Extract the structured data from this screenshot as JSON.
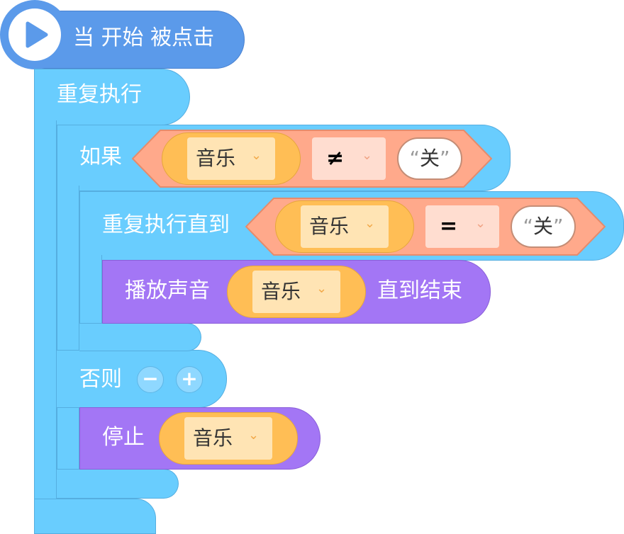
{
  "hat": {
    "label": "当 开始 被点击",
    "icon": "play-icon",
    "color": "#5b9aea"
  },
  "forever": {
    "label": "重复执行",
    "color": "#69cdfe"
  },
  "if_else": {
    "if_label": "如果",
    "condition": {
      "left": "音乐",
      "operator": "≠",
      "right": "关"
    },
    "else_label": "否则",
    "minus_label": "−",
    "plus_label": "+"
  },
  "repeat_until": {
    "label": "重复执行直到",
    "condition": {
      "left": "音乐",
      "operator": "=",
      "right": "关"
    }
  },
  "play_sound": {
    "label": "播放声音",
    "value": "音乐",
    "suffix": "直到结束",
    "color": "#a376f5"
  },
  "stop": {
    "label": "停止",
    "value": "音乐"
  },
  "dropdown_arrow": "⌄",
  "quote_open": "“",
  "quote_close": "”",
  "colors": {
    "control": "#69cdfe",
    "operator": "#ffa98b",
    "sound": "#a376f5",
    "reporter": "#ffbe55"
  }
}
